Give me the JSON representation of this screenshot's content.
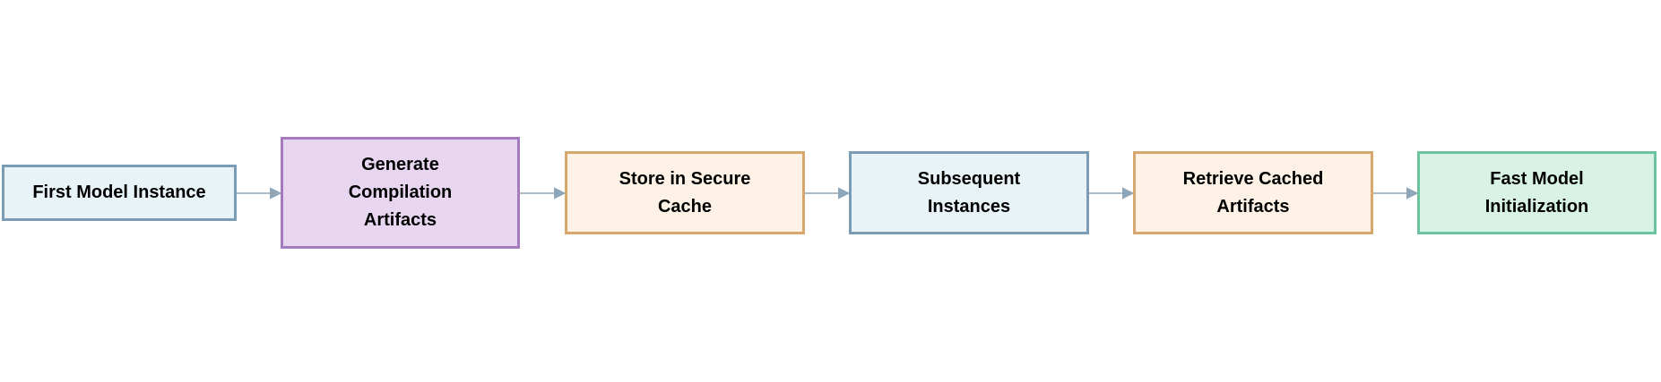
{
  "colors": {
    "blue_fill": "#e8f3f8",
    "blue_border": "#7b9cb5",
    "purple_fill": "#e8d6f0",
    "purple_border": "#a57bbf",
    "orange_fill": "#fdf2e5",
    "orange_border": "#d6a86e",
    "green_fill": "#d8f3e6",
    "green_border": "#6cc3a0",
    "arrow": "#8ea6b8"
  },
  "steps": [
    {
      "id": "first-model-instance",
      "label": "First Model Instance",
      "style": "blue"
    },
    {
      "id": "generate-compilation-artifacts",
      "label": "Generate\nCompilation\nArtifacts",
      "style": "purple"
    },
    {
      "id": "store-in-secure-cache",
      "label": "Store in Secure\nCache",
      "style": "orange"
    },
    {
      "id": "subsequent-instances",
      "label": "Subsequent\nInstances",
      "style": "blue"
    },
    {
      "id": "retrieve-cached-artifacts",
      "label": "Retrieve Cached\nArtifacts",
      "style": "orange"
    },
    {
      "id": "fast-model-initialization",
      "label": "Fast Model\nInitialization",
      "style": "green"
    }
  ]
}
